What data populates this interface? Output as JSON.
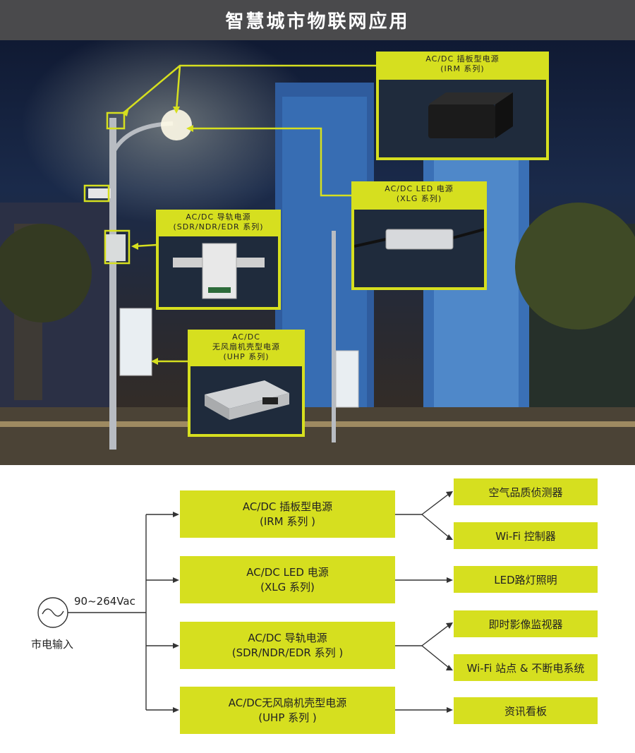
{
  "header": {
    "title": "智慧城市物联网应用"
  },
  "callouts": {
    "irm": {
      "title": "AC/DC 插板型电源\n(IRM 系列)"
    },
    "xlg": {
      "title": "AC/DC LED 电源\n(XLG 系列)"
    },
    "sdr": {
      "title": "AC/DC 导轨电源\n(SDR/NDR/EDR 系列)"
    },
    "uhp": {
      "title": "AC/DC\n无风扇机壳型电源\n(UHP 系列)"
    }
  },
  "flow": {
    "input_voltage": "90~264Vac",
    "input_label": "市电输入",
    "products": [
      {
        "line1": "AC/DC 插板型电源",
        "line2": "(IRM 系列 )"
      },
      {
        "line1": "AC/DC LED 电源",
        "line2": "(XLG 系列)"
      },
      {
        "line1": "AC/DC 导轨电源",
        "line2": "(SDR/NDR/EDR 系列 )"
      },
      {
        "line1": "AC/DC无风扇机壳型电源",
        "line2": "(UHP 系列 )"
      }
    ],
    "outputs": [
      "空气品质侦测器",
      "Wi-Fi 控制器",
      "LED路灯照明",
      "即时影像监视器",
      "Wi-Fi 站点 & 不断电系统",
      "资讯看板"
    ]
  },
  "colors": {
    "accent": "#d6df1f",
    "header_bg": "#4a4a4c",
    "line": "#333333"
  }
}
